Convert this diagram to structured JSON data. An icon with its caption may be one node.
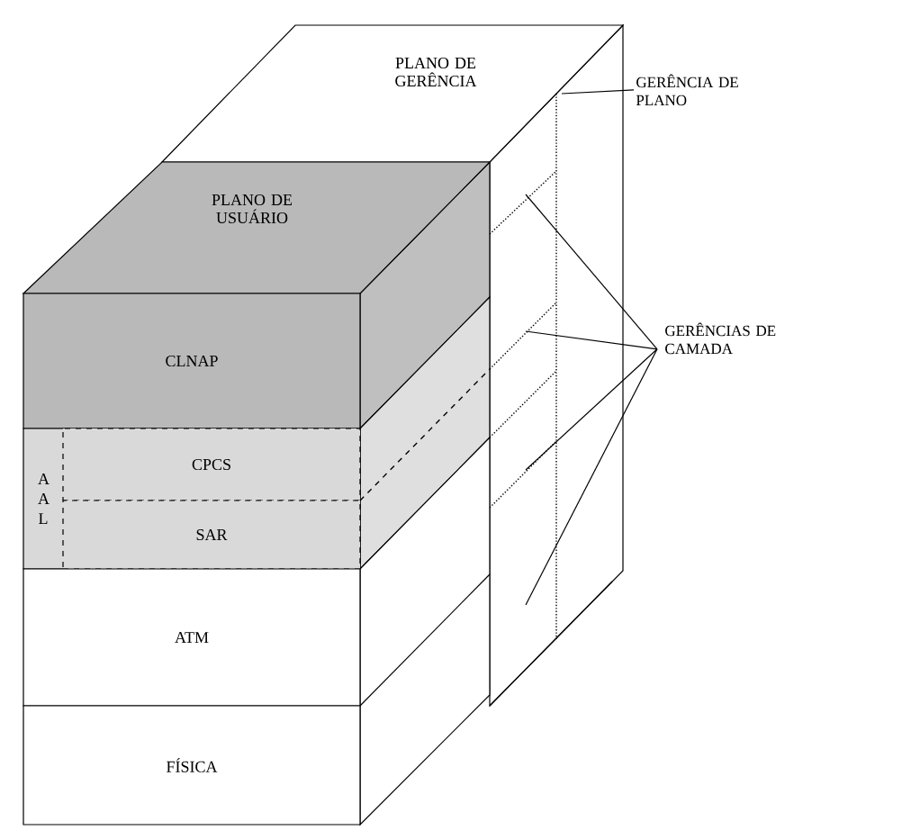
{
  "diagram": {
    "nodes": [
      {
        "text": [
          "PLANO DE GERÊNCIA"
        ]
      },
      {
        "text": [
          "PLANO DE USUÁRIO"
        ]
      },
      {
        "text": [
          "CLNAP"
        ]
      },
      {
        "text": [
          "A A L"
        ]
      },
      {
        "text": [
          "CPCS"
        ],
        "in": 3
      },
      {
        "text": [
          "SAR"
        ],
        "in": 3
      },
      {
        "text": [
          "ATM"
        ]
      },
      {
        "text": [
          "FÍSICA"
        ]
      },
      {
        "text": [
          "GERÊNCIA DE PLANO"
        ]
      },
      {
        "text": [
          "GERÊNCIAS DE CAMADA"
        ]
      }
    ],
    "edges": [
      {
        "from": 8,
        "to": 0,
        "arrow": "none"
      },
      {
        "from": 9,
        "to": null,
        "arrow": "none"
      },
      {
        "from": 9,
        "to": null,
        "arrow": "none"
      },
      {
        "from": 9,
        "to": null,
        "arrow": "none"
      },
      {
        "from": 9,
        "to": null,
        "arrow": "none"
      }
    ]
  }
}
